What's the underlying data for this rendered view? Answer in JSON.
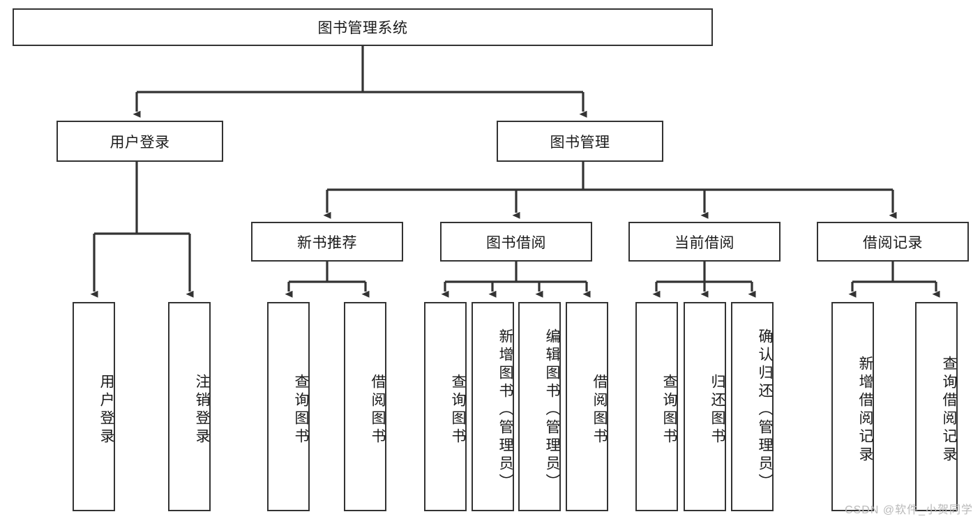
{
  "diagram": {
    "type": "tree-hierarchy",
    "title": "图书管理系统",
    "watermark": "CSDN @软件_小贺同学",
    "colors": {
      "box_border": "#333333",
      "box_fill": "#ffffff",
      "connector": "#333333",
      "text": "#1a1a1a",
      "watermark": "#b9b9b9"
    },
    "levels": 4,
    "root": {
      "label": "图书管理系统"
    },
    "level2": [
      {
        "label": "用户登录"
      },
      {
        "label": "图书管理"
      }
    ],
    "level3": [
      {
        "label": "新书推荐"
      },
      {
        "label": "图书借阅"
      },
      {
        "label": "当前借阅"
      },
      {
        "label": "借阅记录"
      }
    ],
    "leaves": {
      "user_login": [
        {
          "label": "用户登录"
        },
        {
          "label": "注销登录"
        }
      ],
      "new_book": [
        {
          "label": "查询图书"
        },
        {
          "label": "借阅图书"
        }
      ],
      "book_borrow": [
        {
          "label": "查询图书"
        },
        {
          "label": "新增图书（管理员）"
        },
        {
          "label": "编辑图书（管理员）"
        },
        {
          "label": "借阅图书"
        }
      ],
      "current_borrow": [
        {
          "label": "查询图书"
        },
        {
          "label": "归还图书"
        },
        {
          "label": "确认归还（管理员）"
        }
      ],
      "borrow_record": [
        {
          "label": "新增借阅记录"
        },
        {
          "label": "查询借阅记录"
        }
      ]
    }
  }
}
